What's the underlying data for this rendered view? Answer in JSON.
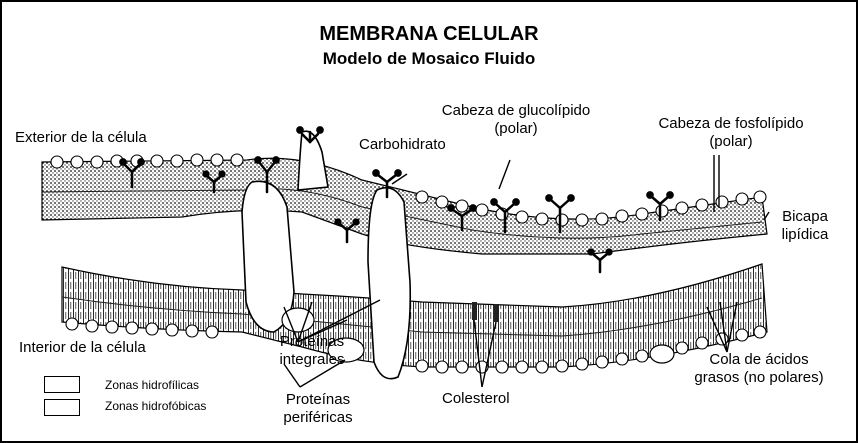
{
  "title": "MEMBRANA CELULAR",
  "subtitle": "Modelo de Mosaico Fluido",
  "labels": {
    "exterior": "Exterior de la célula",
    "interior": "Interior de la célula",
    "carbohidrato": "Carbohidrato",
    "glucolipido": [
      "Cabeza de glucolípido",
      "(polar)"
    ],
    "fosfolipido": [
      "Cabeza de fosfolípido",
      "(polar)"
    ],
    "bicapa": [
      "Bicapa",
      "lipídica"
    ],
    "integrales": [
      "Proteínas",
      "integrales"
    ],
    "perifericas": [
      "Proteínas",
      "periféricas"
    ],
    "colesterol": "Colesterol",
    "cola": [
      "Cola de ácidos",
      "grasos (no polares)"
    ]
  },
  "legend": [
    {
      "label": "Zonas hidrofílicas"
    },
    {
      "label": "Zonas hidrofóbicas"
    }
  ]
}
